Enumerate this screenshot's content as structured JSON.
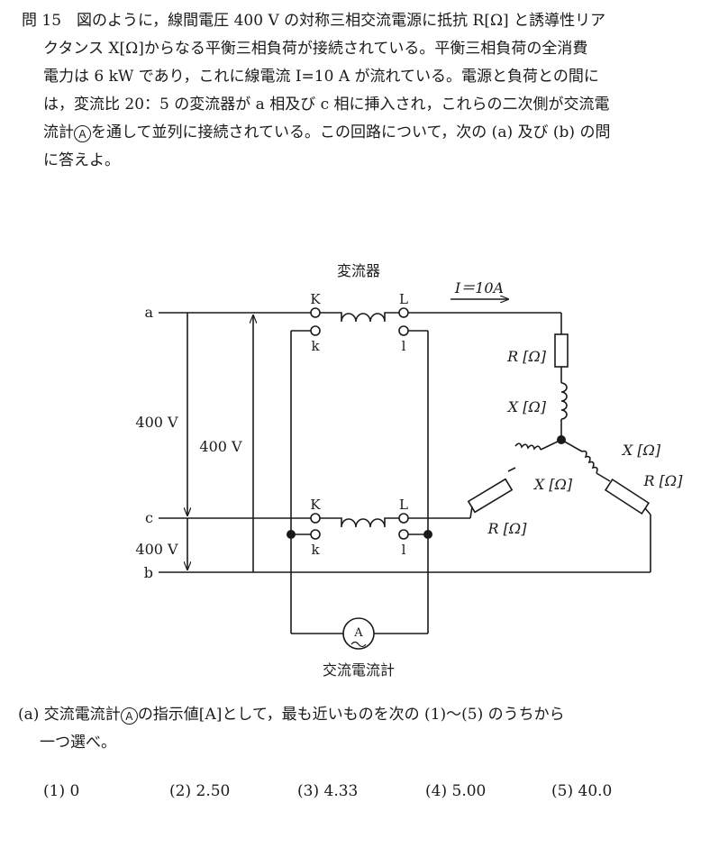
{
  "question": {
    "lines": [
      "問 15　図のように，線間電圧 400 V の対称三相交流電源に抵抗 R[Ω] と誘導性リア",
      "クタンス X[Ω]からなる平衡三相負荷が接続されている。平衡三相負荷の全消費",
      "電力は 6 kW であり，これに線電流 I=10 A が流れている。電源と負荷との間に",
      "は，変流比 20：5 の変流器が a 相及び c 相に挿入され，これらの二次側が交流電"
    ],
    "line5_before": "流計",
    "line5_after": "を通して並列に接続されている。この回路について，次の (a) 及び (b) の問",
    "line6": "に答えよ。"
  },
  "ammeter_symbol": "A",
  "diagram": {
    "ct_label": "変流器",
    "current_label": "I＝10A",
    "phase_a": "a",
    "phase_c": "c",
    "phase_b": "b",
    "voltage_ac": "400 V",
    "voltage_ab": "400 V",
    "voltage_cb": "400 V",
    "terminal_K": "K",
    "terminal_L": "L",
    "terminal_k": "k",
    "terminal_l": "l",
    "resistor_label": "R [Ω]",
    "reactance_label": "X [Ω]",
    "ammeter_caption": "交流電流計"
  },
  "subquestion_a": {
    "before": "(a)  交流電流計",
    "after": "の指示値[A]として，最も近いものを次の (1)～(5) のうちから",
    "line2": "一つ選べ。"
  },
  "choices": [
    {
      "num": "(1)",
      "value": "0"
    },
    {
      "num": "(2)",
      "value": "2.50"
    },
    {
      "num": "(3)",
      "value": "4.33"
    },
    {
      "num": "(4)",
      "value": "5.00"
    },
    {
      "num": "(5)",
      "value": "40.0"
    }
  ]
}
